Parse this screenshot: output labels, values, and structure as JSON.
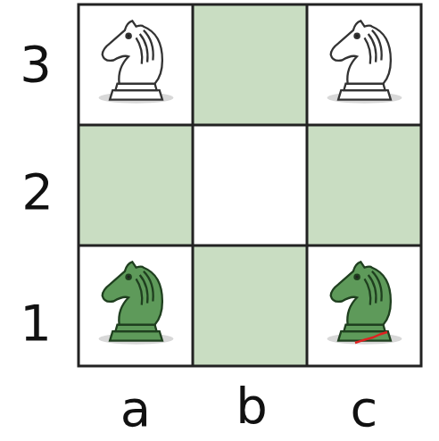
{
  "diagram": {
    "labels": [
      "3",
      "2",
      "1",
      "a",
      "b",
      "c"
    ]
  }
}
